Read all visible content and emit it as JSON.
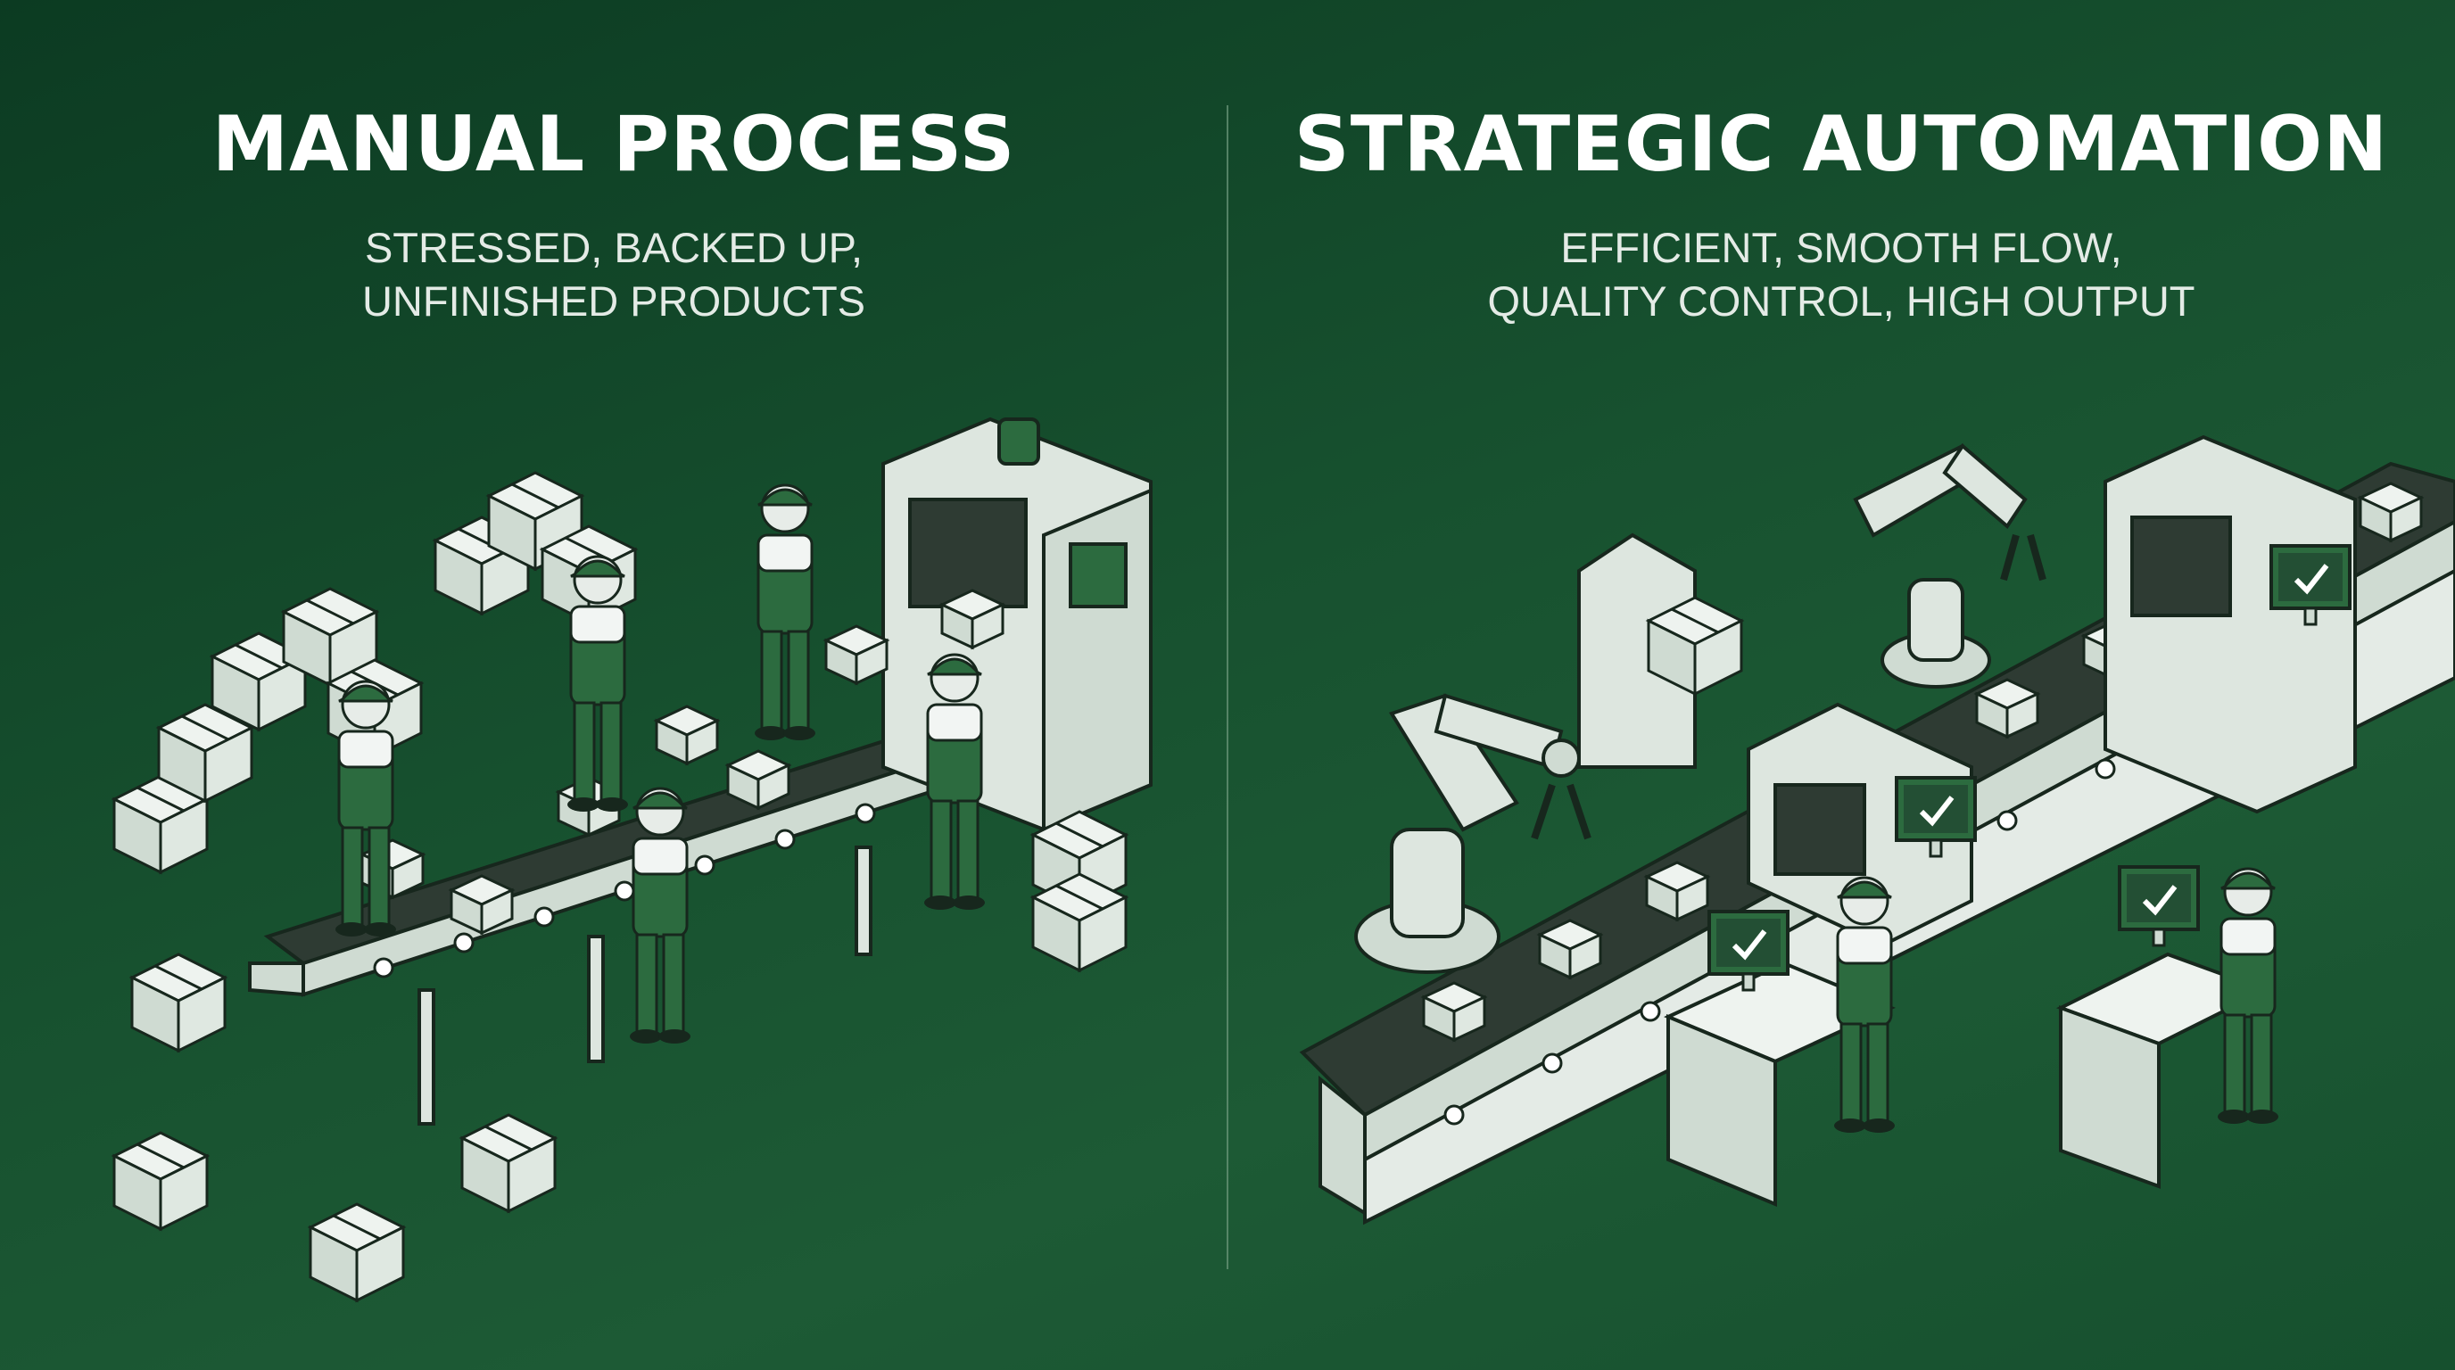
{
  "left": {
    "title": "MANUAL PROCESS",
    "subtitle_lines": [
      "STRESSED, BACKED UP,",
      "UNFINISHED PRODUCTS"
    ]
  },
  "right": {
    "title": "STRATEGIC AUTOMATION",
    "subtitle_lines": [
      "EFFICIENT, SMOOTH FLOW,",
      "QUALITY CONTROL, HIGH OUTPUT"
    ]
  },
  "colors": {
    "background_dark": "#0c3b22",
    "background_light": "#1d5a35",
    "illustration_fill": "#dde6df",
    "illustration_line": "#17271d",
    "worker_uniform": "#2c6b3f"
  },
  "icons": [
    "check-icon",
    "robot-arm-icon",
    "conveyor-belt-icon",
    "cardboard-box-icon",
    "worker-icon",
    "monitor-icon"
  ]
}
